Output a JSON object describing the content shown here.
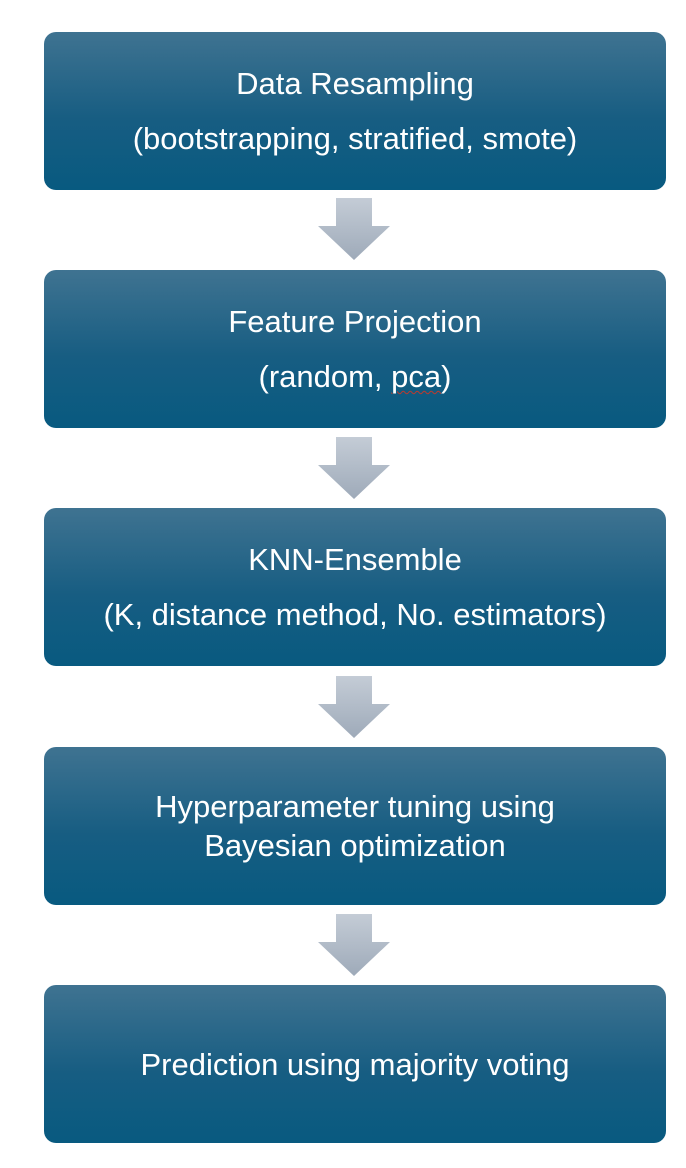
{
  "steps": [
    {
      "line1": "Data Resampling",
      "line2": "(bootstrapping, stratified, smote)"
    },
    {
      "line1": "Feature Projection",
      "line2_pre": "(random, ",
      "line2_marked": "pca",
      "line2_post": ")"
    },
    {
      "line1": "KNN-Ensemble",
      "line2": "(K, distance method, No. estimators)"
    },
    {
      "line1": "Hyperparameter tuning using",
      "line2": "Bayesian optimization"
    },
    {
      "line1": "Prediction using majority voting"
    }
  ],
  "colors": {
    "box_top": "#3f7391",
    "box_bottom": "#085a80",
    "arrow": "#aab6c4",
    "text": "#ffffff"
  },
  "icons": {
    "connector": "down-arrow-icon"
  }
}
